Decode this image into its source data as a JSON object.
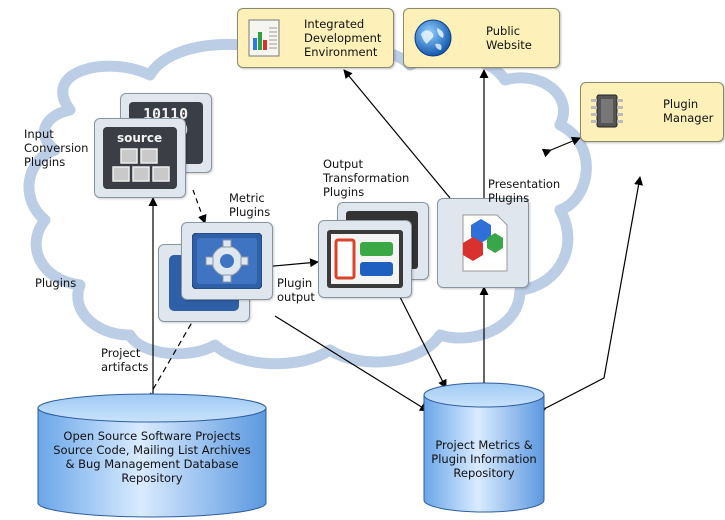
{
  "nodes": {
    "ide": "Integrated\nDevelopment\nEnvironment",
    "website": "Public\nWebsite",
    "plugin_manager": "Plugin\nManager",
    "input_conversion": "Input\nConversion\nPlugins",
    "metric": "Metric\nPlugins",
    "output_transformation": "Output\nTransformation\nPlugins",
    "presentation": "Presentation\nPlugins",
    "plugins_group": "Plugins",
    "oss_repository": "Open Source Software Projects\nSource Code, Mailing List Archives\n& Bug Management Database\nRepository",
    "metrics_repository": "Project Metrics &\nPlugin Information\nRepository"
  },
  "edges": {
    "plugin_output": "Plugin\noutput",
    "project_artifacts": "Project\nartifacts"
  },
  "icons": {
    "source_text": "source",
    "binary_text": "10110001001"
  }
}
